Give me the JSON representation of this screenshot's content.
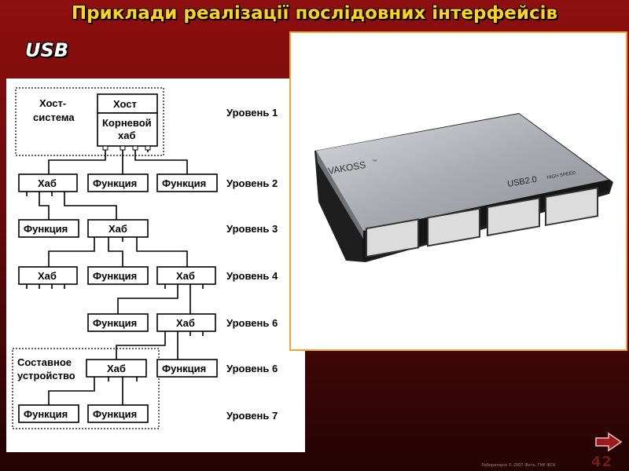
{
  "slide": {
    "title": "Приклади реалізації послідовних інтерфейсів",
    "subtitle": "USB",
    "page_number": "42",
    "footer": "Лабораторія   © 2007 Фото, ГНУ ФСК"
  },
  "diagram": {
    "host_system_label_line1": "Хост-",
    "host_system_label_line2": "система",
    "host": "Хост",
    "root_hub_line1": "Корневой",
    "root_hub_line2": "хаб",
    "hub": "Хаб",
    "function": "Функция",
    "composite_line1": "Составное",
    "composite_line2": "устройство",
    "levels": [
      "Уровень 1",
      "Уровень 2",
      "Уровень 3",
      "Уровень 4",
      "Уровень 6",
      "Уровень 6",
      "Уровень 7"
    ]
  },
  "photo": {
    "brand": "VAKOSS",
    "trademark": "™",
    "model": "USB2.0",
    "speed": "HIGH SPEED"
  },
  "colors": {
    "title": "#ffd21f",
    "photo_border": "#f2a23a",
    "background_top": "#8e0f0f",
    "background_bottom": "#230404"
  },
  "icons": {
    "next": "right-arrow-icon"
  }
}
